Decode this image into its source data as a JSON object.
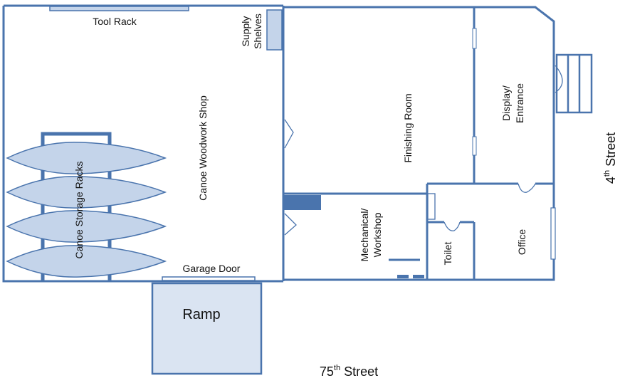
{
  "labels": {
    "tool_rack": "Tool Rack",
    "supply_line1": "Supply",
    "supply_line2": "Shelves",
    "woodwork_shop": "Canoe Woodwork Shop",
    "storage_racks": "Canoe Storage Racks",
    "garage_door": "Garage Door",
    "ramp": "Ramp",
    "finishing_room": "Finishing Room",
    "display_line1": "Display/",
    "display_line2": "Entrance",
    "mechanical_line1": "Mechanical/",
    "mechanical_line2": "Workshop",
    "toilet": "Toilet",
    "office": "Office"
  },
  "streets": {
    "south_num": "75",
    "south_sup": "th",
    "south_word": " Street",
    "east_num": "4",
    "east_sup": "th",
    "east_word": " Street"
  },
  "colors": {
    "wall": "#4a74ad",
    "fill_light": "#c4d4ea",
    "fill_ramp": "#dae4f2",
    "fill_dark": "#4a74ad"
  }
}
